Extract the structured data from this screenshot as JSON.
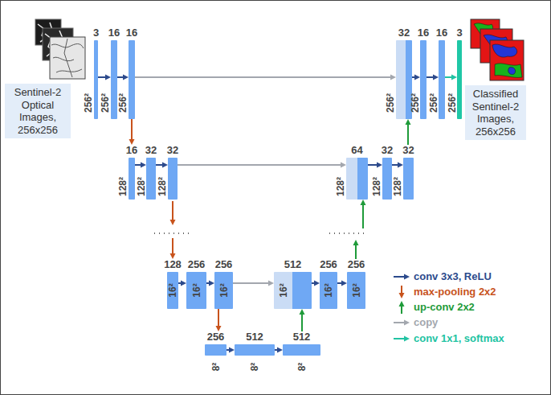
{
  "diagram": {
    "nodes": [
      {
        "text": [
          "Sentinel-2 Optical Images, 256x256"
        ]
      },
      {
        "text": [
          "3",
          "256²"
        ]
      },
      {
        "text": [
          "16",
          "256²"
        ]
      },
      {
        "text": [
          "16",
          "256²"
        ]
      },
      {
        "text": [
          "16",
          "128²"
        ]
      },
      {
        "text": [
          "32",
          "128²"
        ]
      },
      {
        "text": [
          "32",
          "128²"
        ]
      },
      {
        "text": [
          "128",
          "16²"
        ]
      },
      {
        "text": [
          "256",
          "16²"
        ]
      },
      {
        "text": [
          "256",
          "16²"
        ]
      },
      {
        "text": [
          "512",
          "16²"
        ]
      },
      {
        "text": [
          "256",
          "16²"
        ]
      },
      {
        "text": [
          "256",
          "16²"
        ]
      },
      {
        "text": [
          "256",
          "8²"
        ]
      },
      {
        "text": [
          "512",
          "8²"
        ]
      },
      {
        "text": [
          "512",
          "8²"
        ]
      },
      {
        "text": [
          "64",
          "128²"
        ]
      },
      {
        "text": [
          "32",
          "128²"
        ]
      },
      {
        "text": [
          "32",
          "128²"
        ]
      },
      {
        "text": [
          "32",
          "256²"
        ]
      },
      {
        "text": [
          "16",
          "256²"
        ]
      },
      {
        "text": [
          "16",
          "256²"
        ]
      },
      {
        "text": [
          "3",
          "256²"
        ]
      },
      {
        "text": [
          "Classified Sentinel-2 Images, 256x256"
        ]
      }
    ],
    "edges": [
      {
        "from": 1,
        "to": 2,
        "arrow": "to"
      },
      {
        "from": 2,
        "to": 3,
        "arrow": "to"
      },
      {
        "from": 3,
        "to": 4,
        "arrow": "to"
      },
      {
        "from": 4,
        "to": 5,
        "arrow": "to"
      },
      {
        "from": 5,
        "to": 6,
        "arrow": "to"
      },
      {
        "from": 7,
        "to": 8,
        "arrow": "to"
      },
      {
        "from": 8,
        "to": 9,
        "arrow": "to"
      },
      {
        "from": 9,
        "to": 13,
        "arrow": "to"
      },
      {
        "from": 13,
        "to": 14,
        "arrow": "to"
      },
      {
        "from": 14,
        "to": 15,
        "arrow": "to"
      },
      {
        "from": 15,
        "to": 10,
        "arrow": "to"
      },
      {
        "from": 10,
        "to": 11,
        "arrow": "to"
      },
      {
        "from": 11,
        "to": 12,
        "arrow": "to"
      },
      {
        "from": 16,
        "to": 17,
        "arrow": "to"
      },
      {
        "from": 17,
        "to": 18,
        "arrow": "to"
      },
      {
        "from": 18,
        "to": 19,
        "arrow": "to"
      },
      {
        "from": 19,
        "to": 20,
        "arrow": "to"
      },
      {
        "from": 20,
        "to": 21,
        "arrow": "to"
      },
      {
        "from": 21,
        "to": 22,
        "arrow": "to"
      },
      {
        "from": 3,
        "to": 19,
        "arrow": "to"
      },
      {
        "from": 6,
        "to": 16,
        "arrow": "to"
      },
      {
        "from": 9,
        "to": 10,
        "arrow": "to"
      }
    ],
    "legend": [
      {
        "text": "conv 3x3, ReLU"
      },
      {
        "text": "max-pooling 2x2"
      },
      {
        "text": "up-conv 2x2"
      },
      {
        "text": "copy"
      },
      {
        "text": "conv 1x1, softmax"
      }
    ]
  }
}
